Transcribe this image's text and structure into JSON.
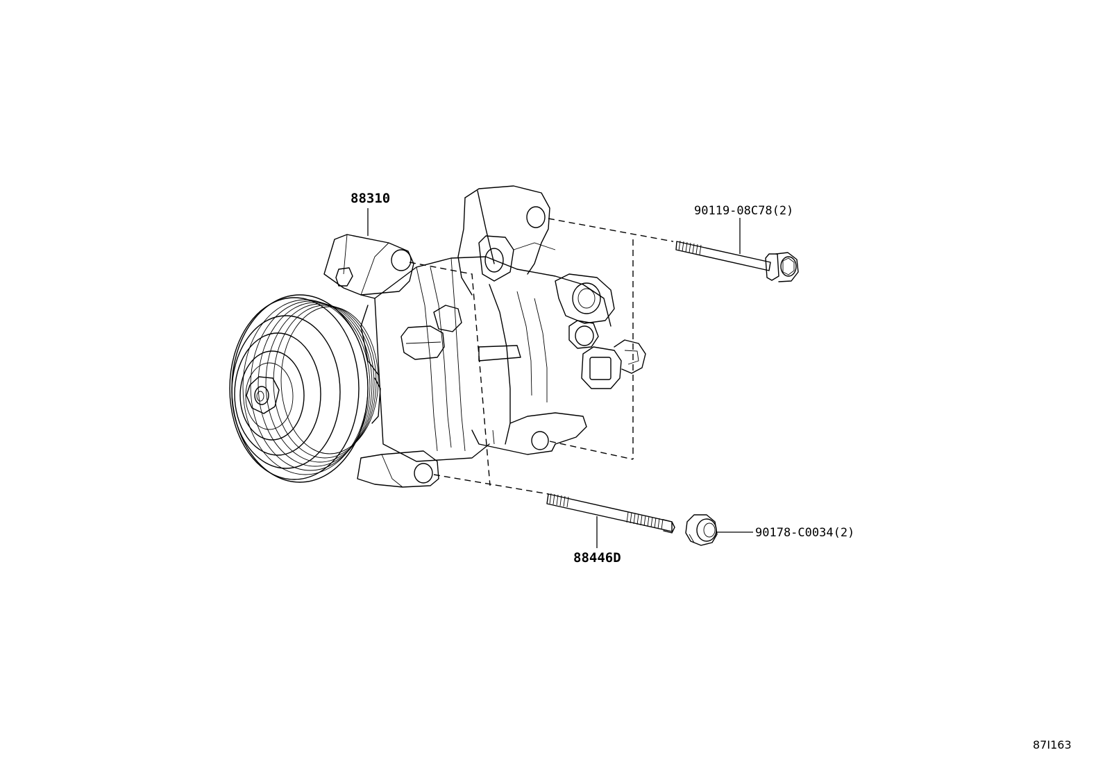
{
  "diagram": {
    "reference_code": "87I163",
    "parts": [
      {
        "part_no": "88310"
      },
      {
        "part_no": "90119-08C78(2)"
      },
      {
        "part_no": "88446D"
      },
      {
        "part_no": "90178-C0034(2)"
      }
    ]
  }
}
